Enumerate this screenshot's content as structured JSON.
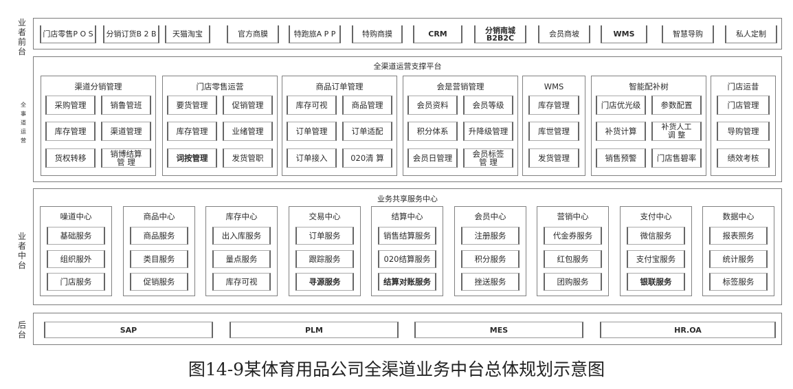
{
  "row_labels": {
    "front": "业\n者\n前\n台",
    "platform": "全\n事\n道\n运\n营",
    "middle": "业\n者\n中\n台",
    "back": "后\n台"
  },
  "front_items": [
    {
      "label": "门店零售P O S",
      "bold": false
    },
    {
      "label": "分销订货B 2 B",
      "bold": false
    },
    {
      "label": "天猫淘宝",
      "bold": false
    },
    {
      "label": "官方商膜",
      "bold": false
    },
    {
      "label": "特跑旅A P P",
      "bold": false
    },
    {
      "label": "特购商摸",
      "bold": false
    },
    {
      "label": "CRM",
      "bold": true
    },
    {
      "label": "分销南城\nB2B2C",
      "bold": true
    },
    {
      "label": "会员商坡",
      "bold": false
    },
    {
      "label": "WMS",
      "bold": true
    },
    {
      "label": "智慧导购",
      "bold": false
    },
    {
      "label": "私人定制",
      "bold": false
    }
  ],
  "platform": {
    "title": "全渠道运营支撑平台",
    "groups": [
      {
        "title": "渠道分销管理",
        "cells": [
          {
            "label": "采购管理"
          },
          {
            "label": "销鲁管班"
          },
          {
            "label": "库存管理"
          },
          {
            "label": "渠道管理"
          },
          {
            "label": "货权转移"
          },
          {
            "label": "销博结算\n管 理"
          }
        ]
      },
      {
        "title": "门店零售运营",
        "cells": [
          {
            "label": "要货管理"
          },
          {
            "label": "促销管理"
          },
          {
            "label": "库存管理"
          },
          {
            "label": "业绪管理"
          },
          {
            "label": "词按管理",
            "bold": true
          },
          {
            "label": "发货管职"
          }
        ]
      },
      {
        "title": "商品订单管理",
        "cells": [
          {
            "label": "库存可视"
          },
          {
            "label": "商品管理"
          },
          {
            "label": "订单管理"
          },
          {
            "label": "订单适配"
          },
          {
            "label": "订单接入"
          },
          {
            "label": "020清 算"
          }
        ]
      },
      {
        "title": "会是营销管理",
        "cells": [
          {
            "label": "会员资料"
          },
          {
            "label": "会员等级"
          },
          {
            "label": "积分体系"
          },
          {
            "label": "升降级管理"
          },
          {
            "label": "会员日管理"
          },
          {
            "label": "会员标签\n管 理"
          }
        ]
      },
      {
        "title": "WMS",
        "cells": [
          {
            "label": "库存管理"
          },
          {
            "label": "库世管理"
          },
          {
            "label": "发货管理"
          }
        ]
      },
      {
        "title": "智能配补树",
        "cells": [
          {
            "label": "门店优光级"
          },
          {
            "label": "参数配置"
          },
          {
            "label": "补货计算"
          },
          {
            "label": "补货人工\n调 整",
            "bold_second": true
          },
          {
            "label": "销售预警"
          },
          {
            "label": "门店售碧率"
          }
        ]
      },
      {
        "title": "门店运昔",
        "cells": [
          {
            "label": "门店管理"
          },
          {
            "label": "导购管理"
          },
          {
            "label": "绩效考核"
          }
        ]
      }
    ]
  },
  "middle": {
    "title": "业务共享服务中心",
    "centers": [
      {
        "title": "噪道中心",
        "services": [
          {
            "label": "基础服务"
          },
          {
            "label": "组织服外"
          },
          {
            "label": "门店服务"
          }
        ]
      },
      {
        "title": "商品中心",
        "services": [
          {
            "label": "商品服务"
          },
          {
            "label": "类目服务"
          },
          {
            "label": "促销服务"
          }
        ]
      },
      {
        "title": "库存中心",
        "services": [
          {
            "label": "出入库服务"
          },
          {
            "label": "量点服务"
          },
          {
            "label": "库存可视"
          }
        ]
      },
      {
        "title": "交易中心",
        "services": [
          {
            "label": "订单服务"
          },
          {
            "label": "跟踪服务"
          },
          {
            "label": "寻源服务",
            "bold": true
          }
        ]
      },
      {
        "title": "结算中心",
        "services": [
          {
            "label": "销售结算服务"
          },
          {
            "label": "020结算服务"
          },
          {
            "label": "结算对账服务",
            "bold": true
          }
        ]
      },
      {
        "title": "会员中心",
        "services": [
          {
            "label": "注册服务"
          },
          {
            "label": "积分服务"
          },
          {
            "label": "挫送服务"
          }
        ]
      },
      {
        "title": "营销中心",
        "services": [
          {
            "label": "代金券服务"
          },
          {
            "label": "红包服务"
          },
          {
            "label": "团购服务"
          }
        ]
      },
      {
        "title": "支付中心",
        "services": [
          {
            "label": "微信服务"
          },
          {
            "label": "支付宝服务"
          },
          {
            "label": "银联服务",
            "bold": true
          }
        ]
      },
      {
        "title": "数据中心",
        "services": [
          {
            "label": "报表照务"
          },
          {
            "label": "统计服务"
          },
          {
            "label": "标签服务"
          }
        ]
      }
    ]
  },
  "back_items": [
    {
      "label": "SAP"
    },
    {
      "label": "PLM"
    },
    {
      "label": "MES"
    },
    {
      "label": "HR.OA"
    }
  ],
  "caption": "图14-9某体育用品公司全渠道业务中台总体规划示意图"
}
